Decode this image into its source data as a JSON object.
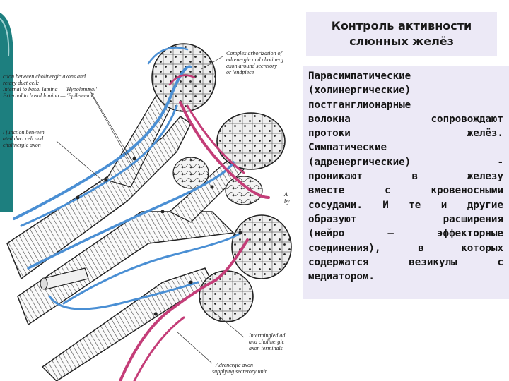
{
  "slide": {
    "title_lines": [
      "Контроль активности",
      "слюнных желёз"
    ],
    "body_lines": [
      [
        "Парасимпатические"
      ],
      [
        "(холинергические)"
      ],
      [
        "постганглионарные"
      ],
      [
        "волокна",
        "сопровождают"
      ],
      [
        "протоки",
        "желёз."
      ],
      [
        "Симпатические"
      ],
      [
        "(адренергические)",
        "-"
      ],
      [
        "проникают",
        "в",
        "железу"
      ],
      [
        "вместе",
        "с",
        "кровеносными"
      ],
      [
        "сосудами.",
        "И",
        "те",
        "и",
        "другие"
      ],
      [
        "образуют",
        "расширения"
      ],
      [
        "(нейро",
        "–",
        "эффекторные"
      ],
      [
        "соединения),",
        "в",
        "которых"
      ],
      [
        "содержатся",
        "везикулы",
        "с"
      ],
      [
        "медиатором."
      ]
    ]
  },
  "figure": {
    "labels": {
      "complex_1": "Complex arborization of",
      "complex_2": "adrenergic and cholinerg",
      "complex_3": "axon around secretory",
      "complex_4": "or 'endpiece",
      "junction_1": "ction between cholinergic axons and",
      "junction_2": "retary duct cell:",
      "internal": "Internal to basal lamina — 'Hypolemmal'",
      "external": "External to basal lamina — 'Epilemmal'",
      "lj_1": "l junction between",
      "lj_2": "ated duct cell and",
      "lj_3": "cholinergic axon",
      "side_1": "A",
      "side_2": "by",
      "inter_1": "Intermingled ad",
      "inter_2": "and cholinergic",
      "inter_3": "axon terminals",
      "adren_1": "Adrenergic axon",
      "adren_2": "supplying secretory unit"
    },
    "colors": {
      "cholinergic_axon": "#4a8fd4",
      "adrenergic_axon": "#c43d78",
      "tissue": "#2a2a2a",
      "accent_bar": "#1d7f7f"
    }
  }
}
